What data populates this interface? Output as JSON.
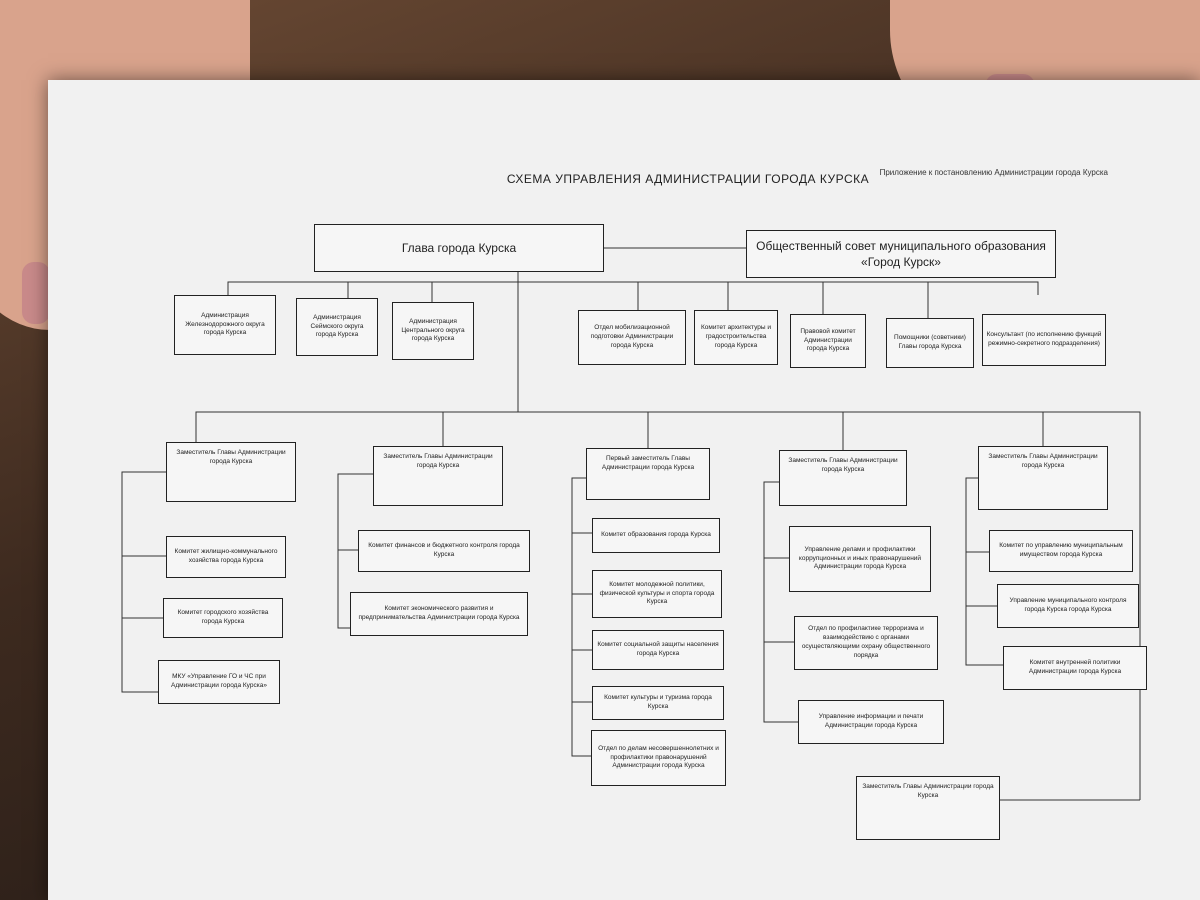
{
  "header": {
    "title": "СХЕМА УПРАВЛЕНИЯ АДМИНИСТРАЦИИ ГОРОДА КУРСКА",
    "note": "Приложение к постановлению Администрации города Курска"
  },
  "top": {
    "head": "Глава города Курска",
    "council": "Общественный совет муниципального образования «Город Курск»"
  },
  "row1": [
    "Администрация Железнодорожного округа города Курска",
    "Администрация Сеймского округа города Курска",
    "Администрация Центрального округа города Курска",
    "Отдел мобилизационной подготовки Администрации города Курска",
    "Комитет архитектуры и градостроительства города Курска",
    "Правовой комитет Администрации города Курска",
    "Помощники (советники) Главы города Курска",
    "Консультант (по исполнению функций режимно-секретного подразделения)"
  ],
  "deputies": [
    "Заместитель Главы Администрации города Курска",
    "Заместитель Главы Администрации города Курска",
    "Первый заместитель Главы Администрации города Курска",
    "Заместитель Главы Администрации города Курска",
    "Заместитель Главы Администрации города Курска"
  ],
  "col1": [
    "Комитет жилищно-коммунального хозяйства города Курска",
    "Комитет городского хозяйства города Курска",
    "МКУ «Управление ГО и ЧС при Администрации города Курска»"
  ],
  "col2": [
    "Комитет финансов и бюджетного контроля города Курска",
    "Комитет экономического развития и предпринимательства Администрации города Курска"
  ],
  "col3": [
    "Комитет образования города Курска",
    "Комитет молодежной политики, физической культуры и спорта города Курска",
    "Комитет социальной защиты населения города Курска",
    "Комитет культуры и туризма города Курска",
    "Отдел по делам несовершеннолетних и профилактики правонарушений Администрации города Курска"
  ],
  "col4": [
    "Управление делами и профилактики коррупционных и иных правонарушений Администрации города Курска",
    "Отдел по профилактике терроризма и взаимодействию с органами осуществляющими охрану общественного порядка",
    "Управление информации и печати Администрации города Курска"
  ],
  "col5": [
    "Комитет по управлению муниципальным имуществом города Курска",
    "Управление муниципального контроля города Курска города Курска",
    "Комитет внутренней политики Администрации города Курска"
  ],
  "bottom": "Заместитель Главы Администрации города Курска"
}
